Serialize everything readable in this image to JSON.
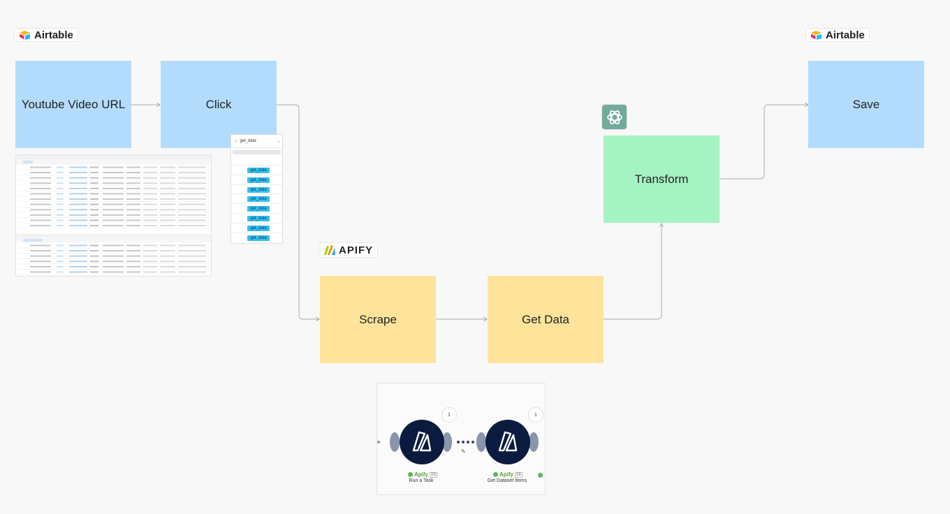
{
  "logos": {
    "airtable_left": "Airtable",
    "airtable_right": "Airtable",
    "apify": "APIFY"
  },
  "nodes": {
    "youtube": "Youtube Video URL",
    "click": "Click",
    "save": "Save",
    "transform": "Transform",
    "scrape": "Scrape",
    "get_data": "Get Data"
  },
  "button_panel": {
    "header": "get_data",
    "buttons": [
      "get_data",
      "get_data",
      "get_data",
      "get_data",
      "get_data",
      "get_data",
      "get_data",
      "get_data"
    ]
  },
  "make_scenario": {
    "module1": {
      "app": "Apify",
      "id": "15",
      "label": "Run a Task",
      "badge": "1"
    },
    "module2": {
      "app": "Apify",
      "id": "16",
      "label": "Get Dataset Items",
      "badge": "1"
    }
  },
  "colors": {
    "blue": "#b3dcfc",
    "green": "#a5f2c2",
    "yellow": "#fee49a",
    "apify_module": "#0b1b3f",
    "chatgpt": "#74aa9c"
  }
}
